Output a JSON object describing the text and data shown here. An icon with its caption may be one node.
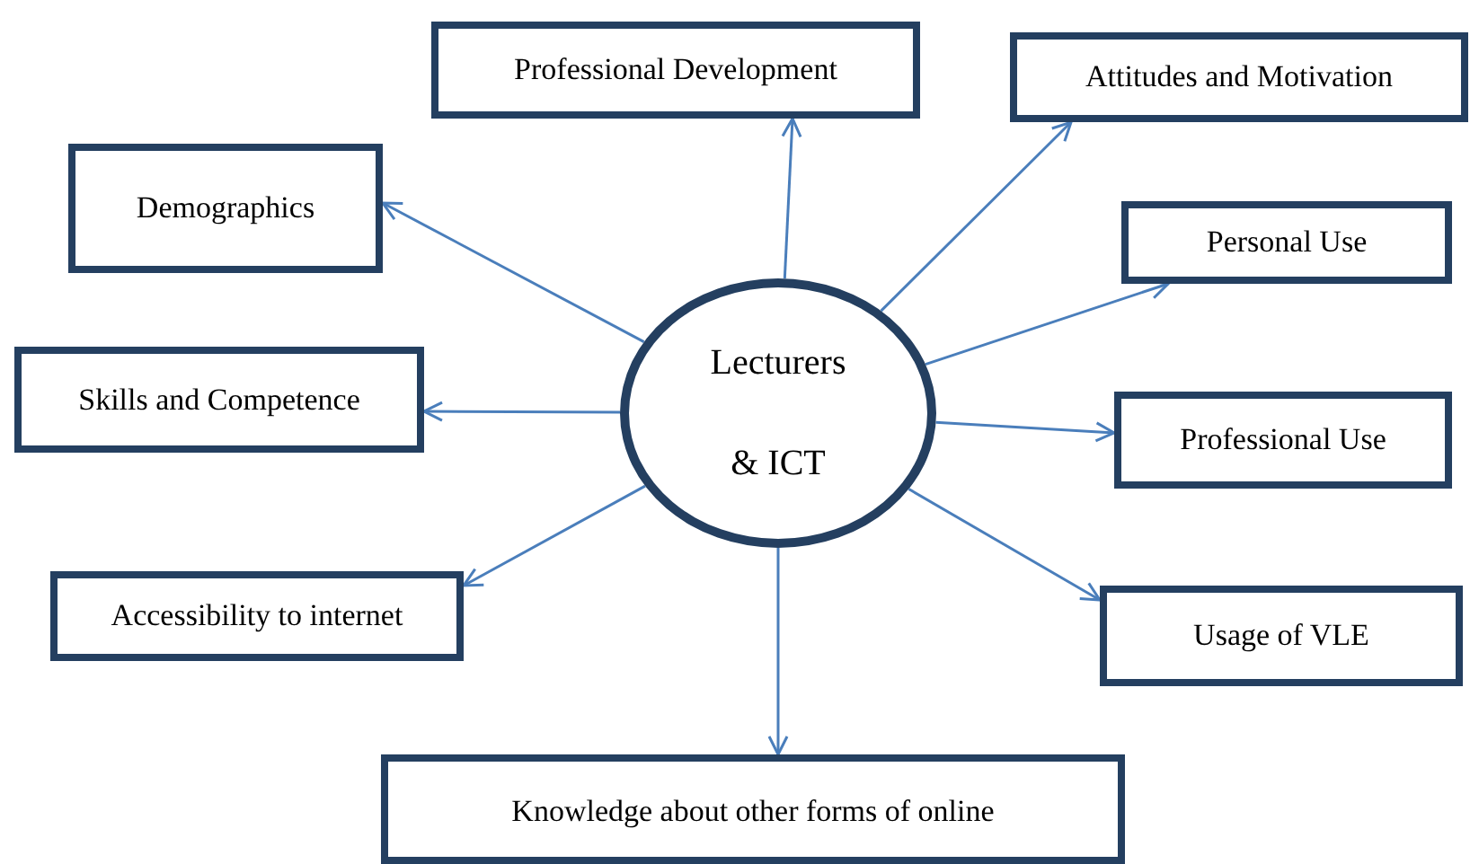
{
  "diagram": {
    "nodes": [
      {
        "text": [
          "Lecturers & ICT"
        ]
      },
      {
        "text": [
          "Professional Development"
        ]
      },
      {
        "text": [
          "Attitudes and Motivation"
        ]
      },
      {
        "text": [
          "Demographics"
        ]
      },
      {
        "text": [
          "Personal Use"
        ]
      },
      {
        "text": [
          "Skills and Competence"
        ]
      },
      {
        "text": [
          "Professional Use"
        ]
      },
      {
        "text": [
          "Accessibility to internet"
        ]
      },
      {
        "text": [
          "Usage of VLE"
        ]
      },
      {
        "text": [
          "Knowledge about other forms of online"
        ]
      }
    ],
    "edges": [
      {
        "from": 0,
        "to": 1,
        "arrow": "to"
      },
      {
        "from": 0,
        "to": 2,
        "arrow": "to"
      },
      {
        "from": 0,
        "to": 3,
        "arrow": "to"
      },
      {
        "from": 0,
        "to": 4,
        "arrow": "to"
      },
      {
        "from": 0,
        "to": 5,
        "arrow": "to"
      },
      {
        "from": 0,
        "to": 6,
        "arrow": "to"
      },
      {
        "from": 0,
        "to": 7,
        "arrow": "to"
      },
      {
        "from": 0,
        "to": 8,
        "arrow": "to"
      },
      {
        "from": 0,
        "to": 9,
        "arrow": "to"
      }
    ]
  }
}
